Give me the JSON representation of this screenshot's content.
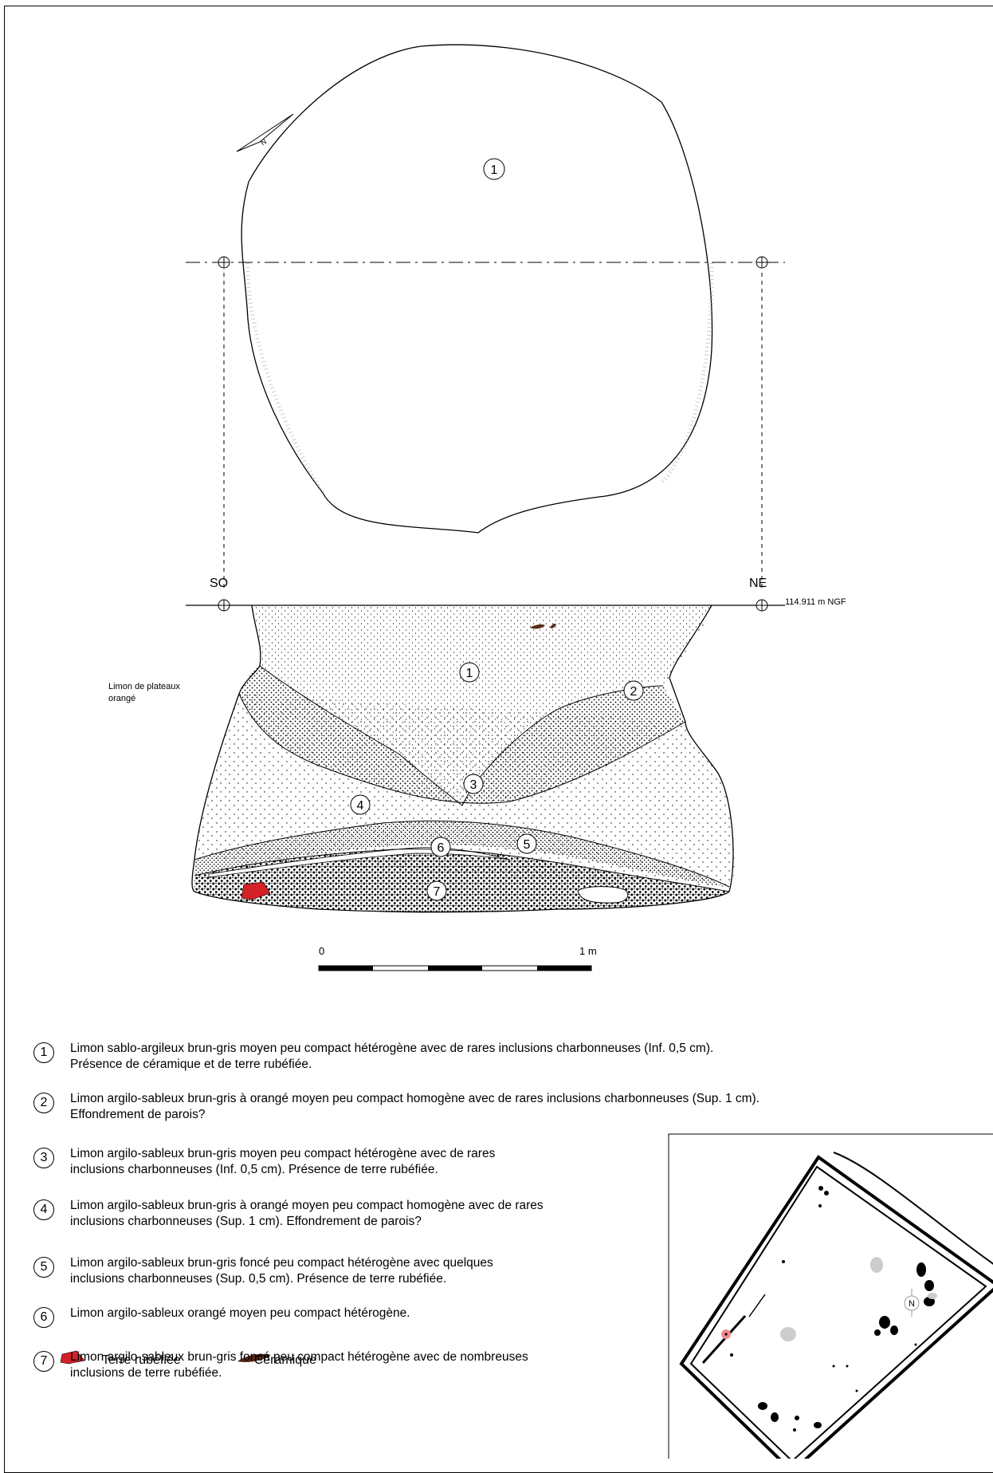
{
  "plan": {
    "north_letter": "N",
    "layer_number": "1"
  },
  "section": {
    "left_point": "SO",
    "right_point": "NE",
    "elevation": "114.911 m NGF",
    "surrounding_soil": [
      "Limon de plateaux",
      "orangé"
    ],
    "layer_numbers": [
      "1",
      "2",
      "3",
      "4",
      "5",
      "6",
      "7"
    ]
  },
  "scale_bar": {
    "start_label": "0",
    "end_label": "1 m"
  },
  "legend": [
    {
      "num": "1",
      "lines": [
        "Limon sablo-argileux brun-gris moyen peu compact hétérogène avec de rares inclusions charbonneuses (Inf. 0,5 cm).",
        "Présence de céramique et de terre rubéfiée."
      ]
    },
    {
      "num": "2",
      "lines": [
        "Limon argilo-sableux brun-gris à orangé moyen peu compact homogène avec de rares inclusions charbonneuses (Sup. 1 cm).",
        "Effondrement de parois?"
      ]
    },
    {
      "num": "3",
      "lines": [
        "Limon argilo-sableux brun-gris moyen peu compact hétérogène avec de rares",
        "inclusions charbonneuses (Inf. 0,5 cm). Présence de terre rubéfiée."
      ]
    },
    {
      "num": "4",
      "lines": [
        "Limon argilo-sableux brun-gris à orangé moyen peu compact homogène avec de rares",
        "inclusions charbonneuses (Sup. 1 cm). Effondrement de parois?"
      ]
    },
    {
      "num": "5",
      "lines": [
        "Limon argilo-sableux brun-gris foncé peu compact hétérogène avec quelques",
        "inclusions charbonneuses (Sup. 0,5 cm). Présence de terre rubéfiée."
      ]
    },
    {
      "num": "6",
      "lines": [
        "Limon argilo-sableux orangé moyen peu compact hétérogène."
      ]
    },
    {
      "num": "7",
      "lines": [
        "Limon argilo-sableux brun-gris foncé peu compact hétérogène avec de nombreuses",
        "inclusions de terre rubéfiée."
      ]
    }
  ],
  "key": {
    "burnt_earth": "Terre rubéfiée",
    "ceramic": "Céramique"
  },
  "site_map": {
    "north_letter": "N"
  },
  "colors": {
    "burnt_earth": "#d42027",
    "ceramic": "#5a2a1a",
    "highlight": "#f28b8b"
  }
}
